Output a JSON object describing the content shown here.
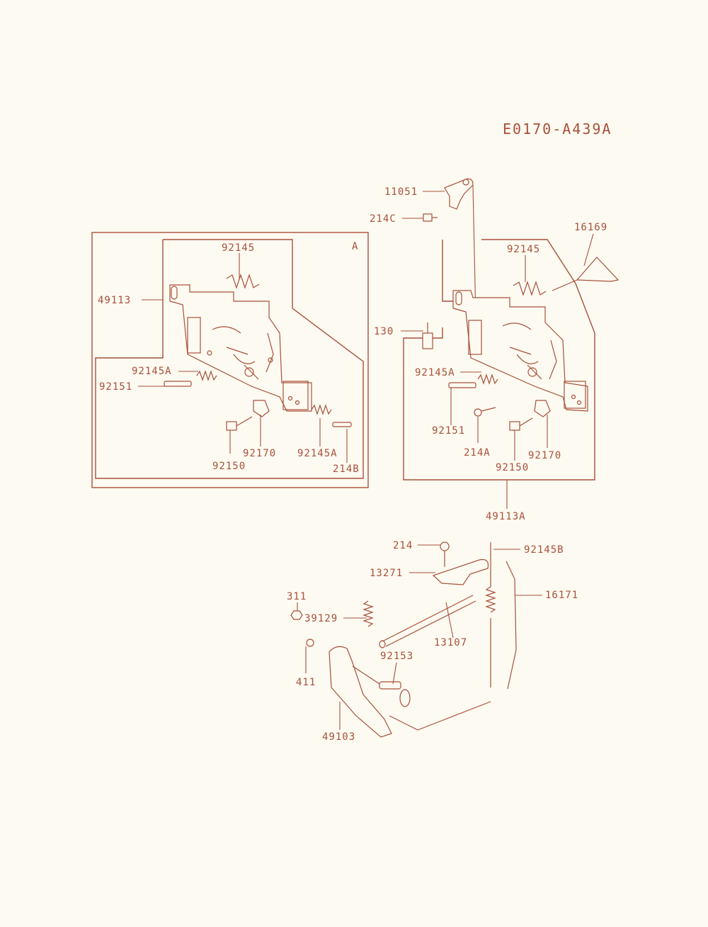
{
  "diagram_code": "E0170-A439A",
  "section_a_label": "A",
  "labels": {
    "p49113": "49113",
    "p92145_a": "92145",
    "p92145A_a1": "92145A",
    "p92151_a": "92151",
    "p92170_a": "92170",
    "p92145A_a2": "92145A",
    "p92150_a": "92150",
    "p214B": "214B",
    "p11051": "11051",
    "p214C": "214C",
    "p16169": "16169",
    "p92145_b": "92145",
    "p130": "130",
    "p92145A_b": "92145A",
    "p92151_b": "92151",
    "p214A": "214A",
    "p92170_b": "92170",
    "p92150_b": "92150",
    "p49113A": "49113A",
    "p214": "214",
    "p92145B": "92145B",
    "p13271": "13271",
    "p16171": "16171",
    "p311": "311",
    "p39129": "39129",
    "p13107": "13107",
    "p92153": "92153",
    "p411": "411",
    "p49103": "49103"
  },
  "colors": {
    "ink": "#a8503a",
    "paper": "#fdfaf1"
  }
}
